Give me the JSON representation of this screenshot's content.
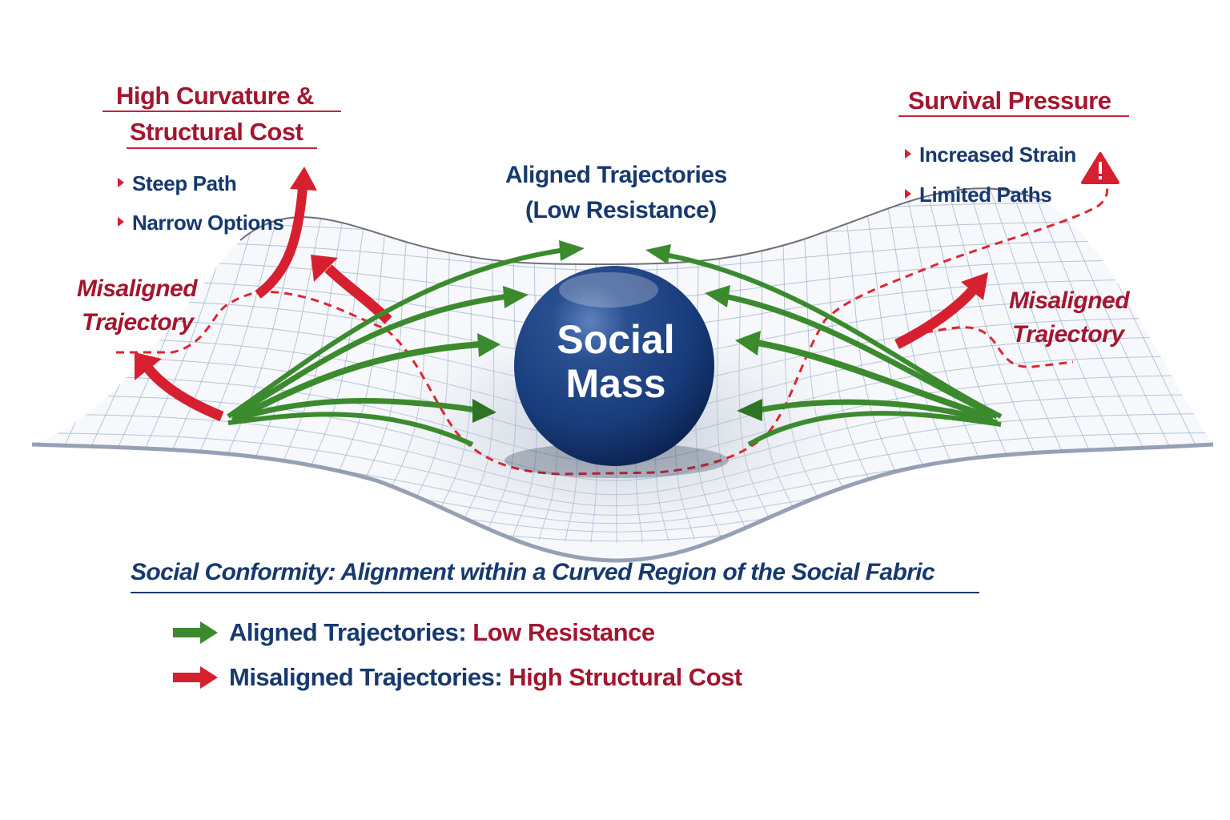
{
  "colors": {
    "navy": "#17396e",
    "red_text": "#a3162e",
    "red_arrow": "#d62030",
    "green_arrow": "#3b8a2e",
    "sphere": "#1b3f7f",
    "grid": "#9fb3cc"
  },
  "center_mass": {
    "line1": "Social",
    "line2": "Mass"
  },
  "top_left_panel": {
    "title_line1": "High Curvature &",
    "title_line2": "Structural Cost",
    "bullets": [
      "Steep Path",
      "Narrow Options"
    ]
  },
  "top_right_panel": {
    "title": "Survival Pressure",
    "bullets": [
      "Increased Strain",
      "Limited Paths"
    ],
    "icon": "warning-triangle-icon"
  },
  "center_label": {
    "line1": "Aligned Trajectories",
    "line2": "(Low Resistance)"
  },
  "left_misaligned_label": {
    "line1": "Misaligned",
    "line2": "Trajectory"
  },
  "right_misaligned_label": {
    "line1": "Misaligned",
    "line2": "Trajectory"
  },
  "caption": {
    "bold_part": "Social Conformity:",
    "rest": " Alignment within a Curved Region of the Social Fabric"
  },
  "legend": [
    {
      "icon": "green-arrow-icon",
      "label": "Aligned Trajectories:",
      "highlight": "Low Resistance"
    },
    {
      "icon": "red-arrow-icon",
      "label": "Misaligned Trajectories:",
      "highlight": "High Structural Cost"
    }
  ]
}
